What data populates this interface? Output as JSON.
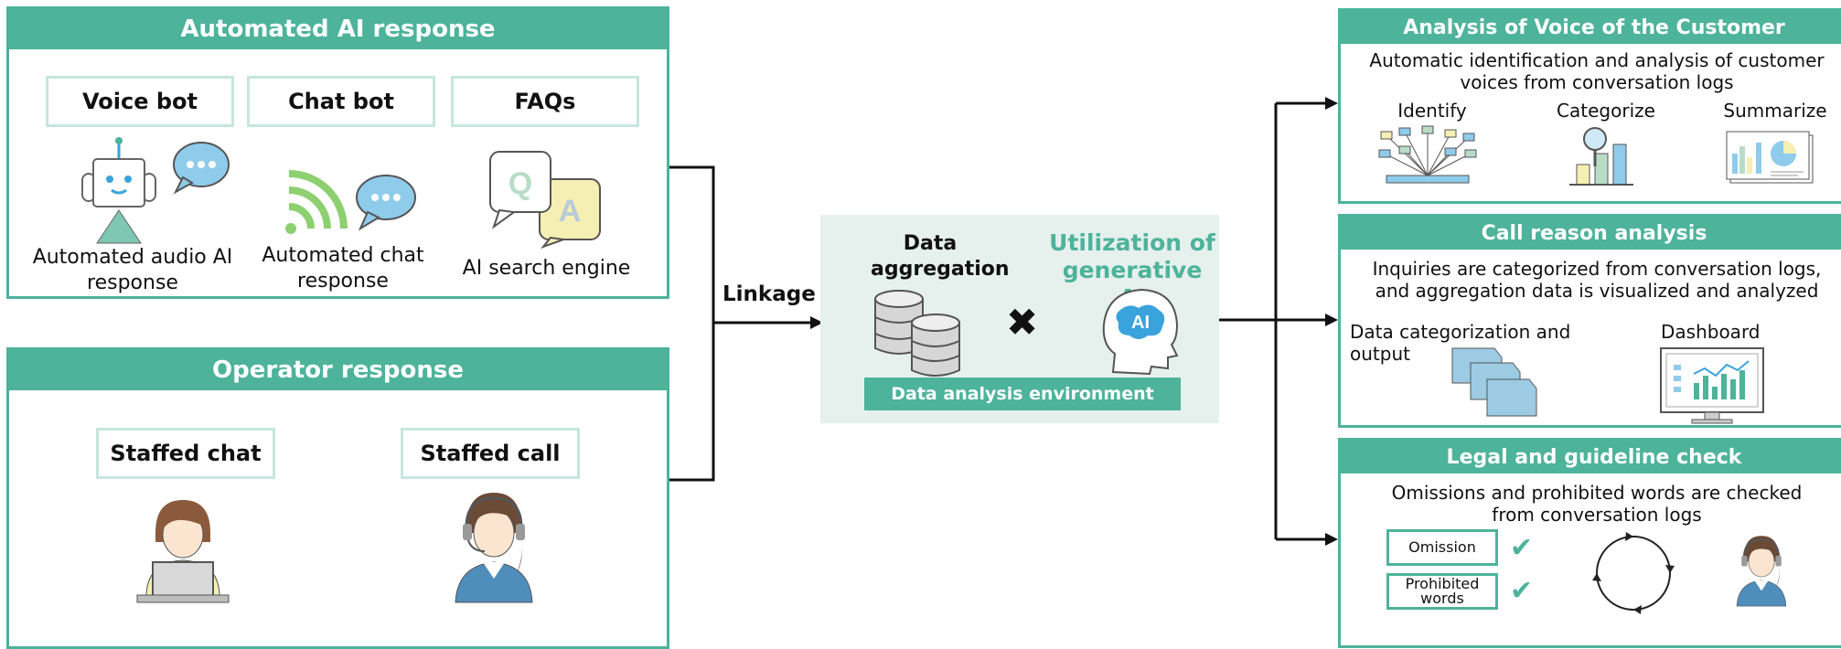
{
  "ai_panel": {
    "title": "Automated AI response",
    "items": [
      {
        "label": "Voice bot",
        "caption": "Automated audio AI response",
        "icon": "robot-icon"
      },
      {
        "label": "Chat bot",
        "caption": "Automated chat response",
        "icon": "chat-signal-icon"
      },
      {
        "label": "FAQs",
        "caption": "AI search engine",
        "icon": "qa-bubbles-icon"
      }
    ],
    "faq_q": "Q",
    "faq_a": "A"
  },
  "operator_panel": {
    "title": "Operator response",
    "items": [
      {
        "label": "Staffed chat",
        "icon": "person-laptop-icon"
      },
      {
        "label": "Staffed call",
        "icon": "operator-headset-icon"
      }
    ]
  },
  "linkage_label": "Linkage",
  "center": {
    "data_aggregation": "Data aggregation",
    "genai": "Utilization of generative AI",
    "ai_badge": "AI",
    "environment": "Data analysis environment",
    "cross_symbol": "✖"
  },
  "voc_panel": {
    "title": "Analysis of Voice of the Customer",
    "description": "Automatic identification and analysis of customer voices from conversation logs",
    "steps": [
      "Identify",
      "Categorize",
      "Summarize"
    ]
  },
  "call_panel": {
    "title": "Call reason analysis",
    "description": "Inquiries are categorized from conversation logs, and aggregation data is visualized and analyzed",
    "items": [
      "Data categorization and output",
      "Dashboard"
    ]
  },
  "legal_panel": {
    "title": "Legal and guideline check",
    "description": "Omissions and prohibited words are checked from conversation logs",
    "checks": [
      "Omission",
      "Prohibited words"
    ],
    "check_mark": "✔"
  },
  "colors": {
    "accent": "#4db39b",
    "light_accent": "#c6e6dd",
    "center_bg": "#e6f0ec",
    "ai_blue": "#3aa3dc"
  }
}
